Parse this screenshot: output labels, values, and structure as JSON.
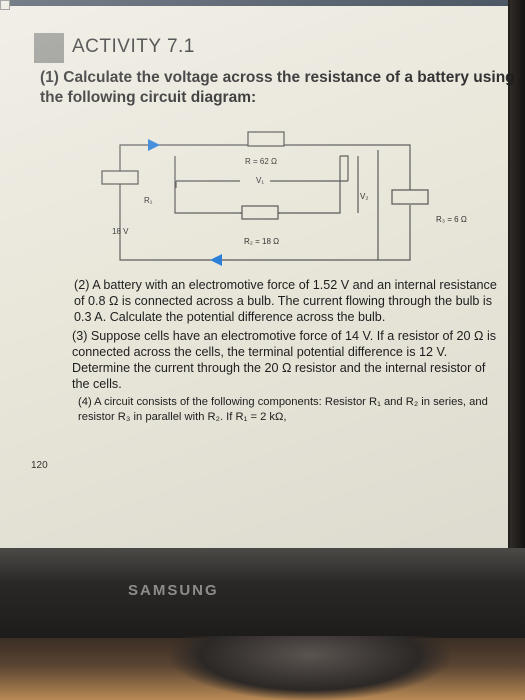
{
  "activity_title": "ACTIVITY 7.1",
  "questions": {
    "q1": "(1) Calculate the voltage across the resistance of a battery using the following circuit diagram:",
    "q2": "(2) A battery with an electromotive force of 1.52 V and an internal resistance of 0.8 Ω is connected across a bulb. The current flowing through the bulb is 0.3 A. Calculate the potential difference across the bulb.",
    "q3": "(3) Suppose cells have an electromotive force of 14 V. If a resistor of 20 Ω is connected across the cells, the terminal potential difference is 12 V. Determine the current through the 20 Ω resistor and the internal resistor of the cells.",
    "q4": "(4) A circuit consists of the following components: Resistor R₁ and R₂ in series, and resistor R₃ in parallel with R₂. If R₁ = 2 kΩ,"
  },
  "circuit": {
    "r_top": "R = 62 Ω",
    "v1": "V₁",
    "r1": "R₁",
    "v2": "V₂",
    "r3": "R₃ = 6 Ω",
    "emf": "18 V",
    "r2": "R₂ = 18 Ω"
  },
  "page_number": "120",
  "brand": "SAMSUNG"
}
